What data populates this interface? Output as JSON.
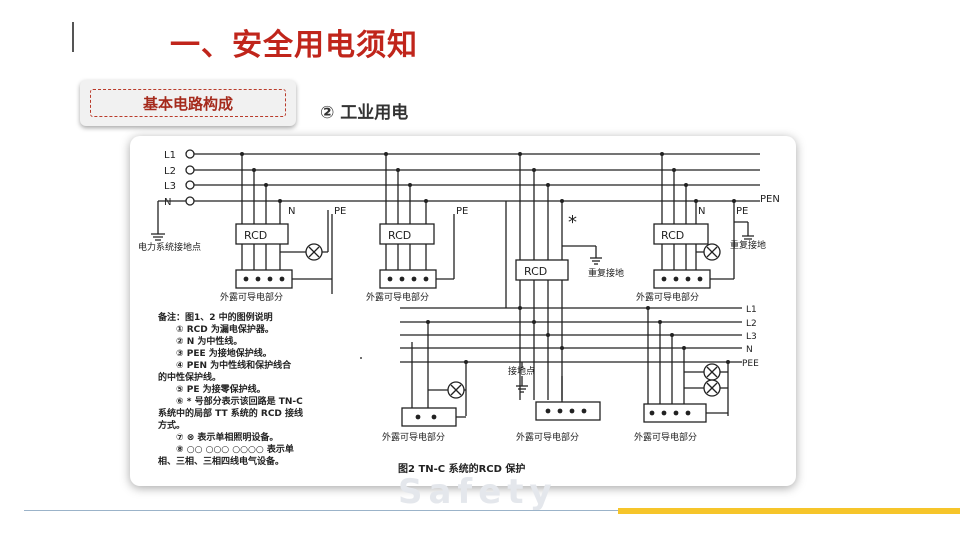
{
  "slide": {
    "title": "一、安全用电须知",
    "tag_label": "基本电路构成",
    "subtitle": "② 工业用电",
    "watermark": "Safety"
  },
  "diagram": {
    "bus_labels": [
      "L1",
      "L2",
      "L3",
      "N"
    ],
    "pen_label": "PEN",
    "n_label": "N",
    "pe_label": "PE",
    "rcd_label": "RCD",
    "star_label": "*",
    "power_ground_label": "电力系统接地点",
    "repeat_ground_label": "重复接地",
    "ground_point_label": "接地点",
    "exposed_part_label": "外露可导电部分",
    "lower_bus_labels": [
      "L1",
      "L2",
      "L3",
      "N",
      "PEE"
    ],
    "legend_lines": [
      "备注：图1、2 中的图例说明",
      "① RCD 为漏电保护器。",
      "② N 为中性线。",
      "③ PEE 为接地保护线。",
      "④ PEN 为中性线和保护线合",
      "的中性保护线。",
      "⑤ PE 为接零保护线。",
      "⑥ * 号部分表示该回路是 TN-C",
      "系统中的局部 TT 系统的 RCD 接线",
      "方式。",
      "⑦ ⊗ 表示单相照明设备。",
      "⑧ ○○ ○○○ ○○○○ 表示单",
      "相、三相、三相四线电气设备。"
    ],
    "caption": "图2   TN-C 系统的RCD 保护"
  }
}
